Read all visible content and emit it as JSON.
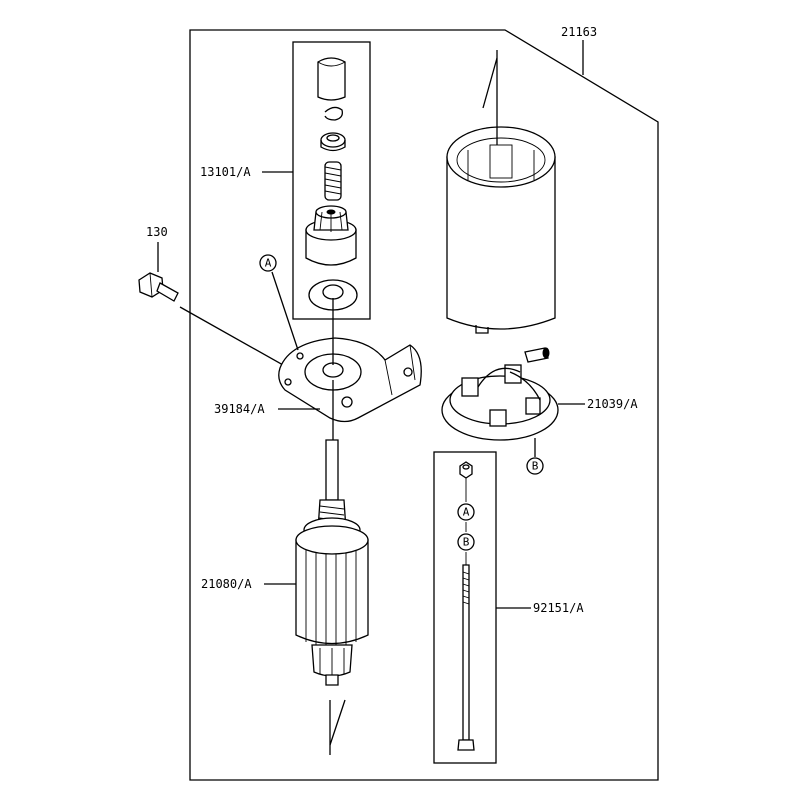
{
  "labels": {
    "starter_assembly": "21163",
    "pinion_kit": "13101/A",
    "bolt": "130",
    "front_bracket": "39184/A",
    "brush_holder": "21039/A",
    "armature": "21080/A",
    "through_bolt": "92151/A"
  },
  "refs": {
    "a": "A",
    "b": "B"
  }
}
